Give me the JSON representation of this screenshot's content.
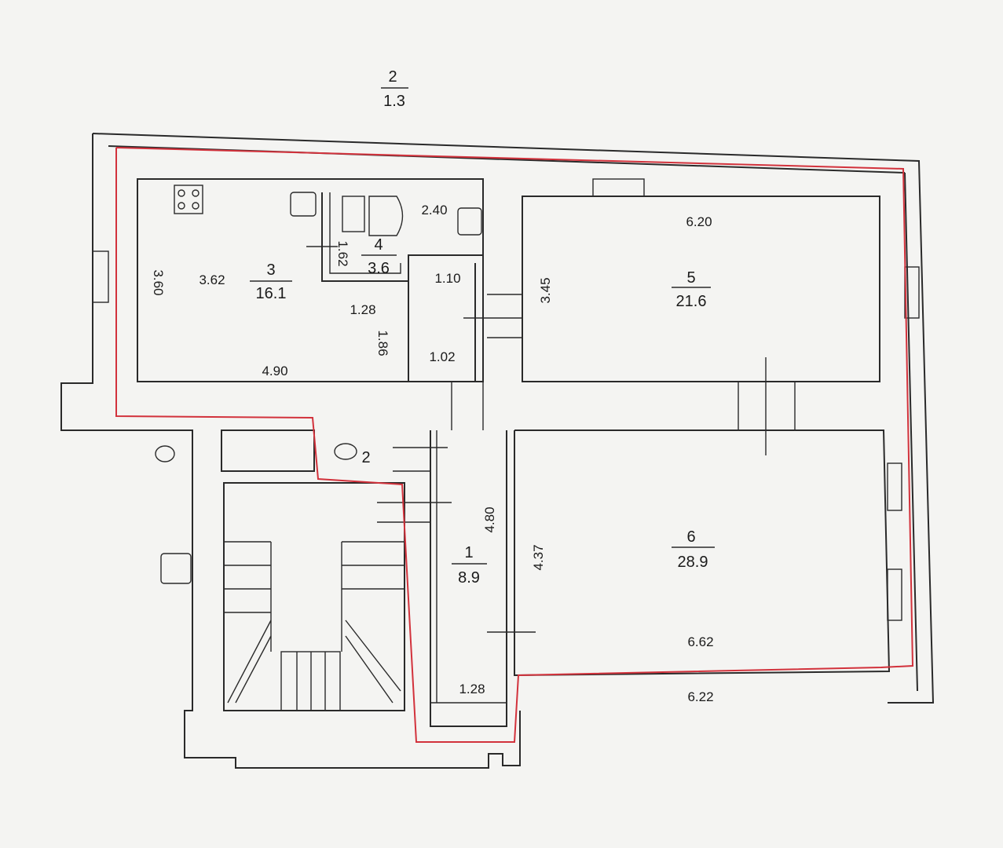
{
  "colors": {
    "paper": "#f4f4f2",
    "line": "#2a2a2a",
    "boundary": "#d2323c"
  },
  "rooms": [
    {
      "id": "2",
      "number": "2",
      "area": "1.3"
    },
    {
      "id": "3",
      "number": "3",
      "area": "16.1"
    },
    {
      "id": "4",
      "number": "4",
      "area": "3.6"
    },
    {
      "id": "5",
      "number": "5",
      "area": "21.6"
    },
    {
      "id": "1",
      "number": "1",
      "area": "8.9"
    },
    {
      "id": "6",
      "number": "6",
      "area": "28.9"
    }
  ],
  "dimensions": {
    "d_2_40": "2.40",
    "d_6_20": "6.20",
    "d_3_60": "3.60",
    "d_3_62": "3.62",
    "d_1_62": "1.62",
    "d_1_10": "1.10",
    "d_3_45": "3.45",
    "d_1_28_top": "1.28",
    "d_1_86": "1.86",
    "d_1_02": "1.02",
    "d_4_90": "4.90",
    "d_2_small": "2",
    "d_4_80": "4.80",
    "d_4_37": "4.37",
    "d_6_62": "6.62",
    "d_1_28_bottom": "1.28",
    "d_6_22": "6.22"
  }
}
